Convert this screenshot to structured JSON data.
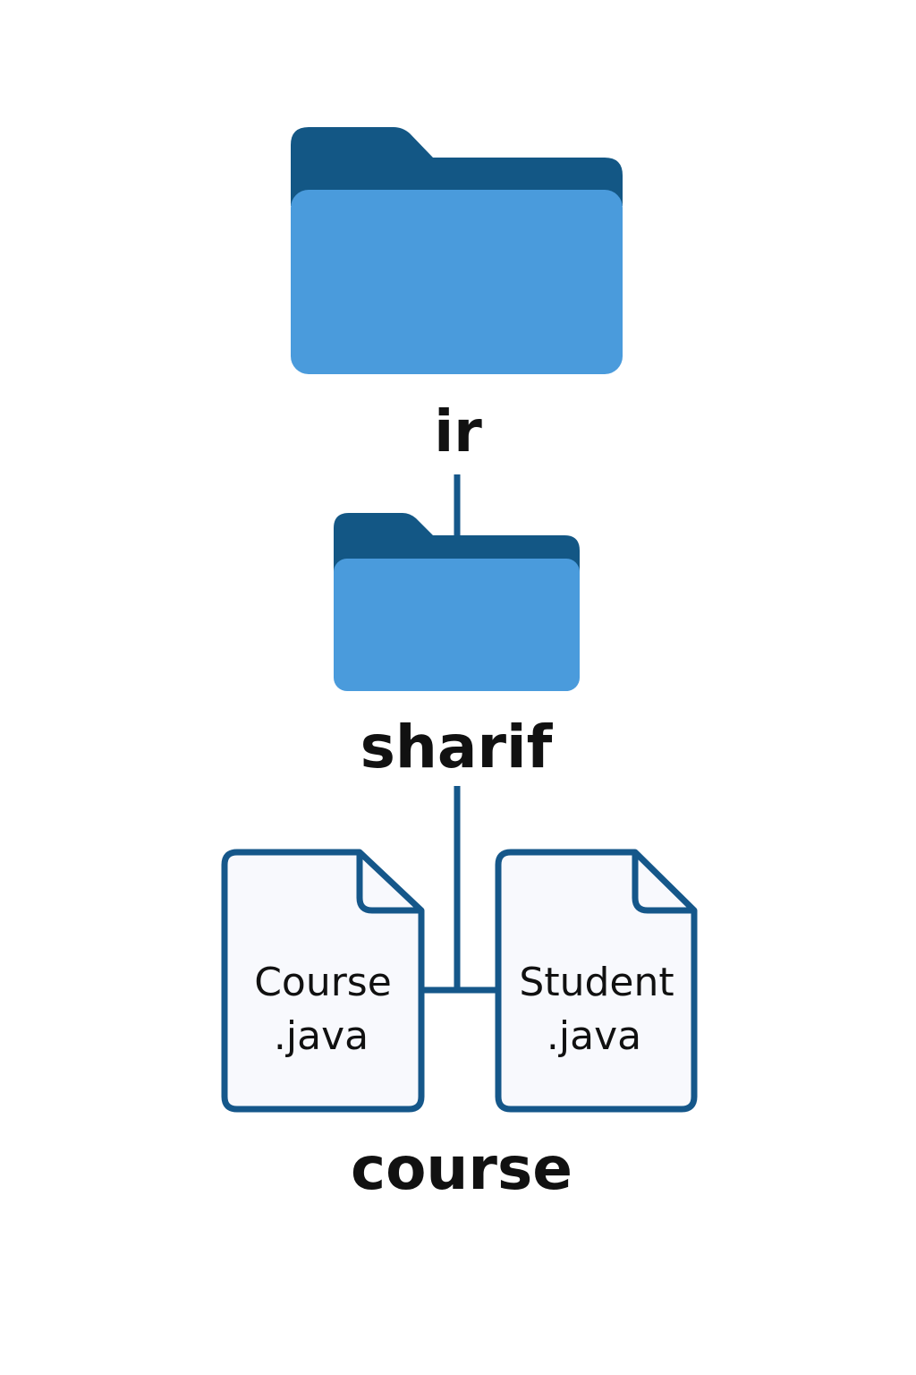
{
  "tree": {
    "root_folder": {
      "name": "ir",
      "icon": "folder-icon"
    },
    "child_folder": {
      "name": "sharif",
      "icon": "folder-icon"
    },
    "files": [
      {
        "name_line1": "Course",
        "name_line2": ".java",
        "icon": "file-icon"
      },
      {
        "name_line1": "Student",
        "name_line2": ".java",
        "icon": "file-icon"
      }
    ],
    "group_label": "course"
  },
  "colors": {
    "folder_back": "#135785",
    "folder_front": "#4a9bdc",
    "file_stroke": "#15578a",
    "file_fill": "#f8f9fd",
    "connector": "#15578a",
    "text": "#111111"
  }
}
